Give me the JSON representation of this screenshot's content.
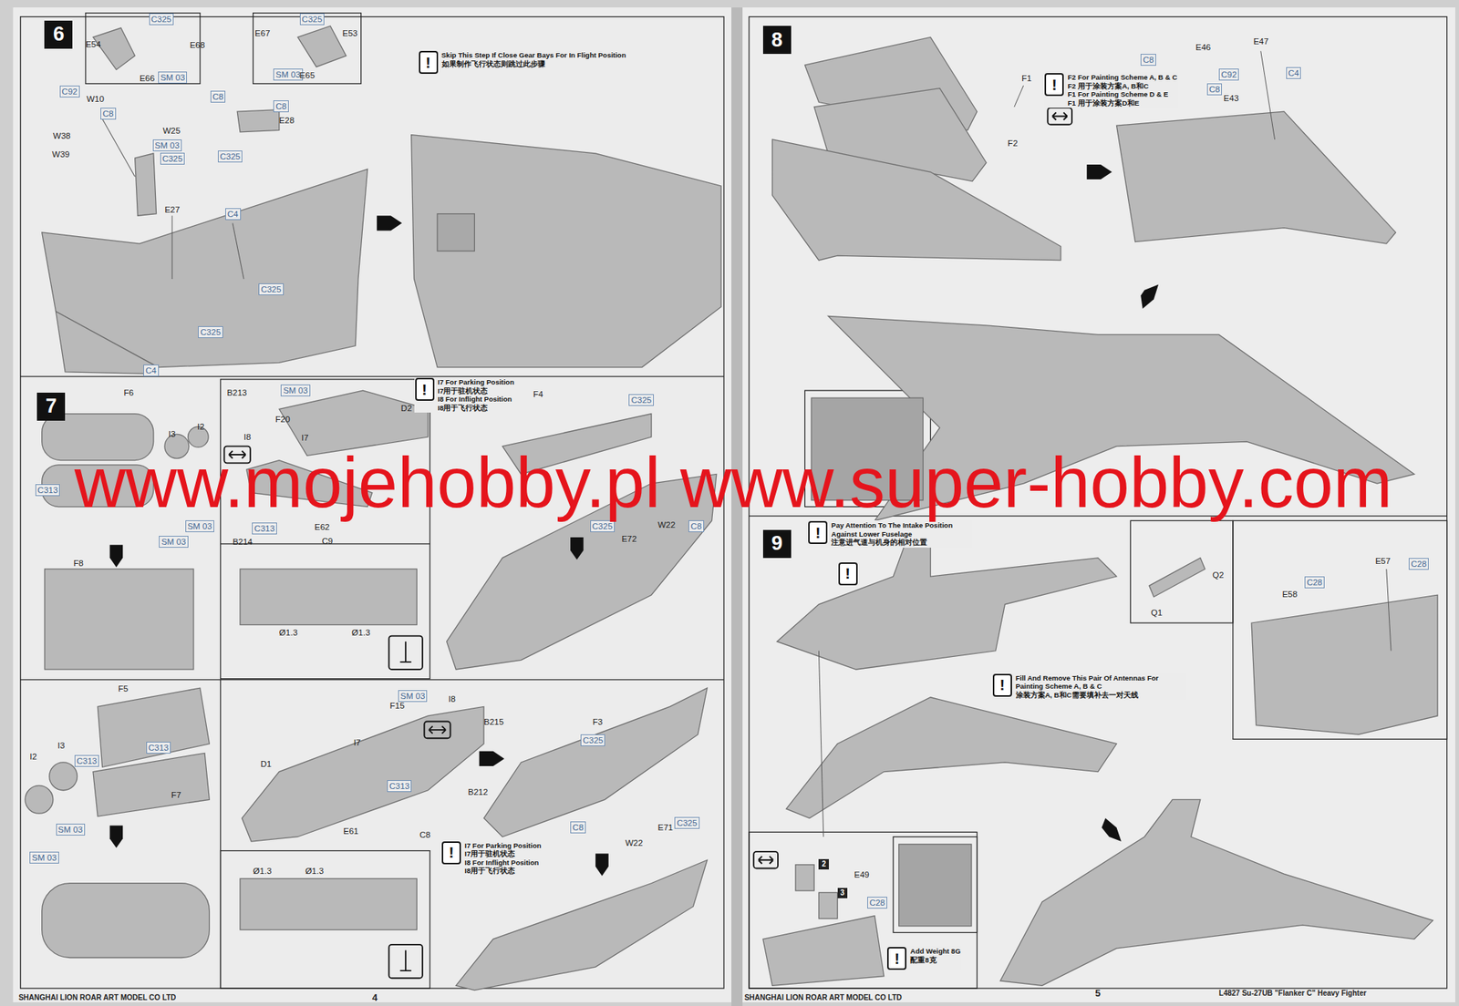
{
  "diagram": {
    "nodes": [
      {
        "text": [
          "6"
        ]
      },
      {
        "text": [
          "C325"
        ]
      },
      {
        "text": [
          "SM 03"
        ]
      },
      {
        "text": [
          "C325"
        ]
      },
      {
        "text": [
          "SM 03"
        ]
      },
      {
        "text": [
          "C92"
        ]
      },
      {
        "text": [
          "C8"
        ]
      },
      {
        "text": [
          "C8"
        ]
      },
      {
        "text": [
          "SM 03"
        ]
      },
      {
        "text": [
          "C325"
        ]
      },
      {
        "text": [
          "C8"
        ]
      },
      {
        "text": [
          "C325"
        ]
      },
      {
        "text": [
          "C4"
        ]
      },
      {
        "text": [
          "C325"
        ]
      },
      {
        "text": [
          "C325"
        ]
      },
      {
        "text": [
          "C4"
        ]
      },
      {
        "text": [
          "!",
          "Skip This Step If Close Gear Bays For In Flight Position",
          "如果制作飞行状态则跳过此步骤"
        ]
      },
      {
        "text": [
          "7"
        ]
      },
      {
        "text": [
          "C313"
        ]
      },
      {
        "text": [
          "SM 03"
        ]
      },
      {
        "text": [
          "SM 03"
        ]
      },
      {
        "text": [
          "SM 03"
        ]
      },
      {
        "text": [
          "C313"
        ]
      },
      {
        "text": [
          "!",
          "I7 For Parking Position",
          "I7用于驻机状态",
          "I8 For Inflight Position",
          "I8用于飞行状态"
        ]
      },
      {
        "text": [
          "C325"
        ]
      },
      {
        "text": [
          "C325"
        ]
      },
      {
        "text": [
          "C8"
        ]
      },
      {
        "text": [
          "C313"
        ]
      },
      {
        "text": [
          "C313"
        ]
      },
      {
        "text": [
          "SM 03"
        ]
      },
      {
        "text": [
          "SM 03"
        ]
      },
      {
        "text": [
          "SM 03"
        ]
      },
      {
        "text": [
          "C313"
        ]
      },
      {
        "text": [
          "C325"
        ]
      },
      {
        "text": [
          "C8"
        ]
      },
      {
        "text": [
          "C325"
        ]
      },
      {
        "text": [
          "!",
          "I7 For Parking Position",
          "I7用于驻机状态",
          "I8 For Inflight Position",
          "I8用于飞行状态"
        ]
      },
      {
        "text": [
          "8"
        ]
      },
      {
        "text": [
          "!",
          "F2 For Painting Scheme A, B & C",
          "F2 用于涂装方案A, B和C",
          "F1 For Painting Scheme D & E",
          "F1 用于涂装方案D和E"
        ]
      },
      {
        "text": [
          "C8"
        ]
      },
      {
        "text": [
          "C92"
        ]
      },
      {
        "text": [
          "C8"
        ]
      },
      {
        "text": [
          "C4"
        ]
      },
      {
        "text": [
          "!",
          "Pay Attention To The Intake Position Against Lower Fuselage",
          "注意进气道与机身的相对位置"
        ]
      },
      {
        "text": [
          "9"
        ]
      },
      {
        "text": [
          "!"
        ]
      },
      {
        "text": [
          "C28"
        ]
      },
      {
        "text": [
          "C28"
        ]
      },
      {
        "text": [
          "!",
          "Fill And Remove This Pair Of Antennas For Painting Scheme A, B & C",
          "涂装方案A, B和C需要填补去一对天线"
        ]
      },
      {
        "text": [
          "2"
        ]
      },
      {
        "text": [
          "3"
        ]
      },
      {
        "text": [
          "C28"
        ]
      },
      {
        "text": [
          "!",
          "Add Weight 8G",
          "配重8克"
        ]
      }
    ],
    "labels": [
      "E54",
      "E68",
      "E66",
      "E67",
      "E53",
      "E65",
      "W10",
      "W38",
      "W39",
      "W25",
      "E28",
      "E27",
      "F6",
      "I3",
      "I2",
      "F8",
      "B213",
      "F20",
      "I7",
      "D2",
      "I8",
      "E62",
      "C9",
      "B214",
      "F4",
      "W22",
      "E72",
      "Ø1.3",
      "Ø1.3",
      "F5",
      "I3",
      "F7",
      "I2",
      "I8",
      "F15",
      "B215",
      "I7",
      "B212",
      "D1",
      "E61",
      "C8",
      "F3",
      "W22",
      "E71",
      "Ø1.3",
      "Ø1.3",
      "F1",
      "F2",
      "E46",
      "E43",
      "E47",
      "Q2",
      "Q1",
      "E57",
      "E58",
      "E49",
      "www.mojehobby.pl www.super-hobby.com",
      "SHANGHAI LION ROAR ART MODEL CO LTD",
      "4",
      "SHANGHAI LION ROAR ART MODEL CO LTD",
      "5",
      "L4827 Su-27UB \"Flanker C\" Heavy Fighter"
    ]
  }
}
